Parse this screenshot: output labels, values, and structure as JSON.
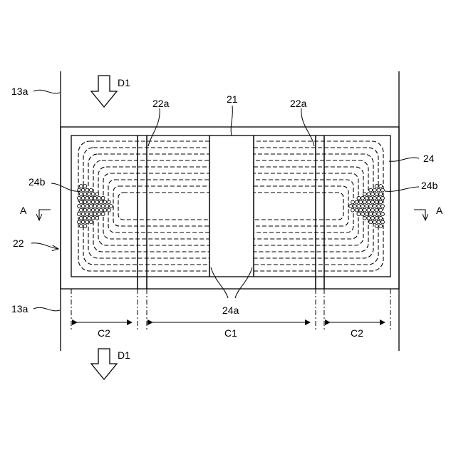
{
  "labels": {
    "strip_top": "13a",
    "strip_bottom": "13a",
    "flow_top": "D1",
    "flow_bottom": "D1",
    "panel": "21",
    "rib_left": "22a",
    "rib_right": "22a",
    "sheet": "24",
    "dots_left": "24b",
    "dots_right": "24b",
    "section_left": "A",
    "section_right": "A",
    "frame": "22",
    "center_lines": "24a",
    "zone_left": "C2",
    "zone_center": "C1",
    "zone_right": "C2"
  },
  "colors": {
    "line": "#000000",
    "background": "#ffffff"
  }
}
